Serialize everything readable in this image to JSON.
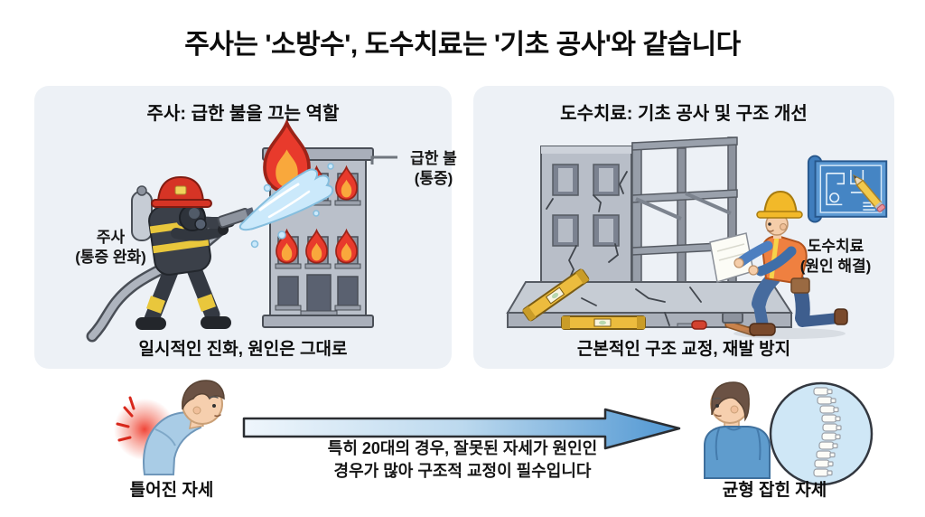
{
  "title": "주사는 '소방수', 도수치료는 '기초 공사'와 같습니다",
  "left_panel": {
    "header": "주사: 급한 불을 끄는 역할",
    "injection_label": {
      "line1": "주사",
      "line2": "(통증 완화)"
    },
    "fire_label": {
      "line1": "급한 불",
      "line2": "(통증)"
    },
    "caption": "일시적인 진화, 원인은 그대로"
  },
  "right_panel": {
    "header": "도수치료: 기초 공사 및 구조 개선",
    "therapy_label": {
      "line1": "도수치료",
      "line2": "(원인 해결)"
    },
    "caption": "근본적인 구조 교정, 재발 방지"
  },
  "bottom_section": {
    "before_label": "틀어진 자세",
    "after_label": "균형 잡힌 자세",
    "arrow_text": {
      "line1": "특히 20대의 경우, 잘못된 자세가 원인인",
      "line2": "경우가 많아 구조적 교정이 필수입니다"
    }
  },
  "colors": {
    "panel_bg": "#edf1f6",
    "flame_red": "#e83a2c",
    "flame_orange": "#f9a83c",
    "water_blue": "#cbe9fb",
    "building_gray": "#bac0ca",
    "helmet_red": "#d63425",
    "uniform_dark": "#3b4049",
    "stripe_yellow": "#e9c73c",
    "vest_orange": "#ef8040",
    "hardhat_yellow": "#f2b929",
    "blueprint_blue": "#4585c4",
    "arrow_start": "#eff6fc",
    "arrow_end": "#4f96d2",
    "pain_red": "#ef3b2d",
    "shirt_light_blue": "#a9cce6",
    "shirt_blue": "#5f9ccd",
    "spine_circle": "#cfe7f6"
  }
}
